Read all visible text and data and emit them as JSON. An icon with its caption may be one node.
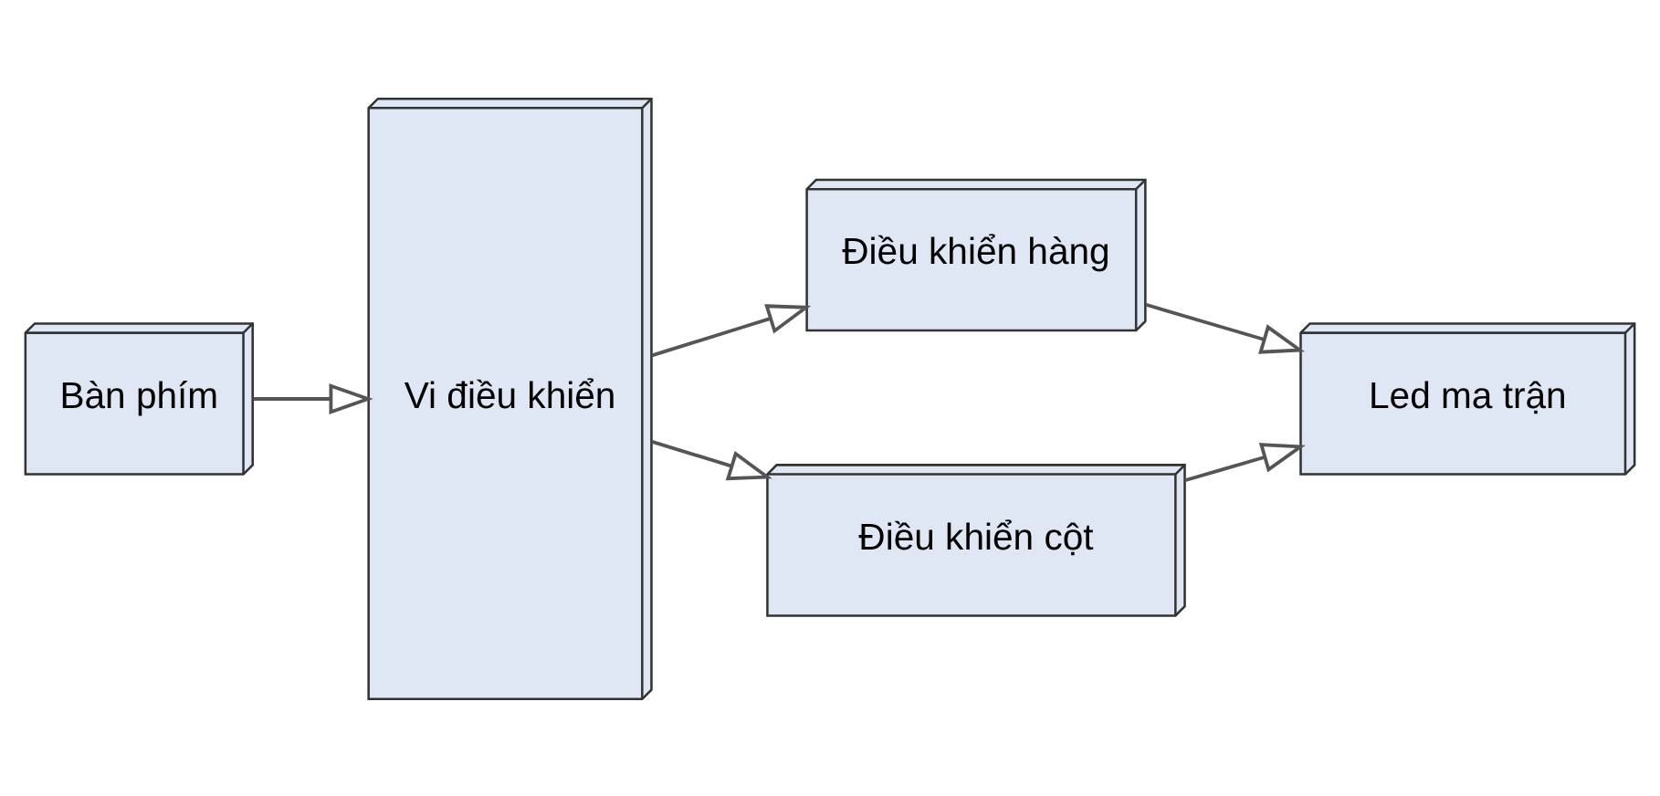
{
  "diagram": {
    "nodes": [
      {
        "text": [
          "Bàn phím"
        ]
      },
      {
        "text": [
          "Vi điều khiển"
        ]
      },
      {
        "text": [
          "Điều khiển hàng"
        ]
      },
      {
        "text": [
          "Led ma trận"
        ]
      },
      {
        "text": [
          "Điều khiển cột"
        ]
      }
    ],
    "edges": [
      {
        "from": 0,
        "to": 1,
        "arrow": "to"
      },
      {
        "from": 1,
        "to": 2,
        "arrow": "to"
      },
      {
        "from": 2,
        "to": 3,
        "arrow": "to"
      },
      {
        "from": 1,
        "to": 4,
        "arrow": "to"
      },
      {
        "from": 4,
        "to": 3,
        "arrow": "to"
      }
    ]
  }
}
